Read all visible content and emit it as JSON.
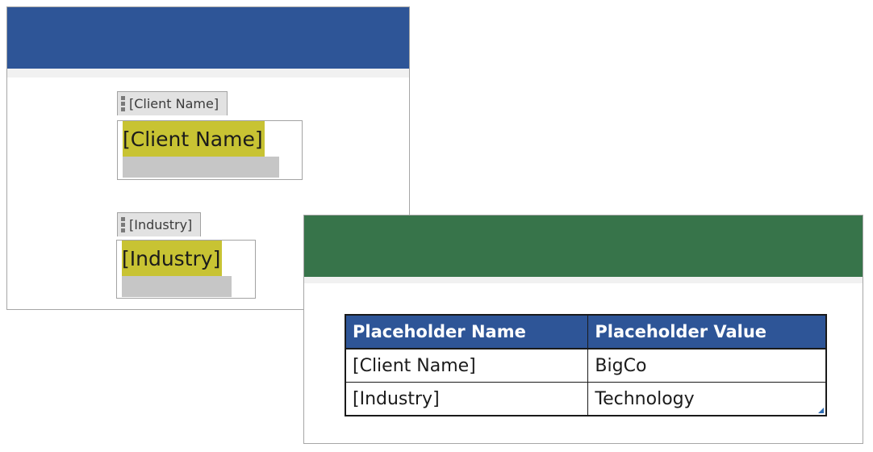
{
  "colors": {
    "word_header": "#2e5597",
    "excel_header": "#37744a",
    "table_header": "#2e5597",
    "content_highlight": "#c8c333"
  },
  "word": {
    "content_controls": [
      {
        "tag_label": "[Client Name]",
        "value": "[Client Name]"
      },
      {
        "tag_label": "[Industry]",
        "value": "[Industry]"
      }
    ]
  },
  "excel": {
    "table": {
      "headers": [
        "Placeholder Name",
        "Placeholder Value"
      ],
      "rows": [
        [
          "[Client Name]",
          "BigCo"
        ],
        [
          "[Industry]",
          "Technology"
        ]
      ]
    }
  }
}
